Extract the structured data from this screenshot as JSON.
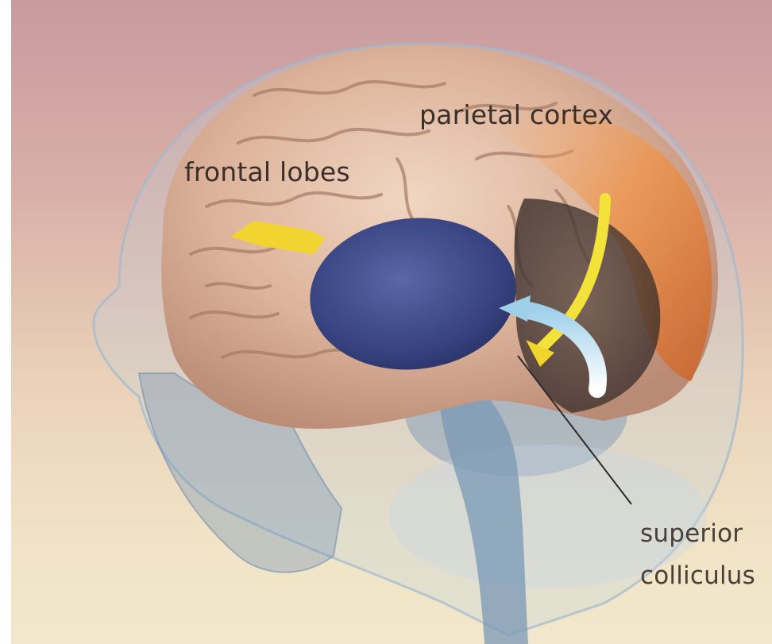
{
  "labels": {
    "frontal": "frontal lobes",
    "parietal": "parietal cortex",
    "superior_line1": "superior",
    "superior_line2": "colliculus"
  },
  "colors": {
    "background_top": "#c89a9e",
    "background_bottom": "#f2e7cc",
    "brain_tissue": "#dcb49c",
    "parietal_highlight": "#e8803a",
    "thalamus_region": "#3c4a8a",
    "arrow_yellow": "#f2dc2a",
    "arrow_blue": "#bfe0f0",
    "head_outline": "#a9c4d8"
  }
}
